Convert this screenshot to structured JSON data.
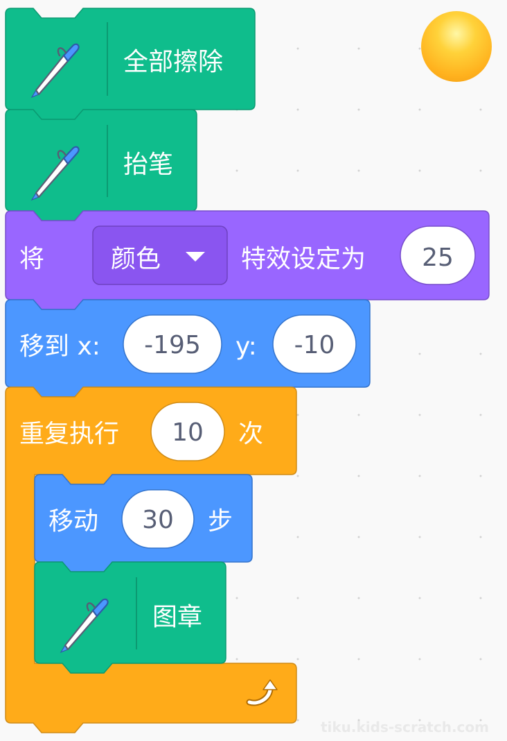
{
  "workspace": {
    "watermark": "tiku.kids-scratch.com"
  },
  "colors": {
    "pen_block": "#0fbd8c",
    "looks_block": "#9966ff",
    "motion_block": "#4c97ff",
    "control_block": "#ffab19",
    "text_on_block": "#ffffff",
    "slot_text": "#575e75"
  },
  "blocks": {
    "erase_all": {
      "label": "全部擦除",
      "icon": "pen-icon"
    },
    "pen_up": {
      "label": "抬笔",
      "icon": "pen-icon"
    },
    "set_effect": {
      "prefix": "将",
      "effect_selected": "颜色",
      "middle": "特效设定为",
      "value": "25"
    },
    "goto_xy": {
      "prefix": "移到 x:",
      "x_value": "-195",
      "y_label": "y:",
      "y_value": "-10"
    },
    "repeat": {
      "prefix": "重复执行",
      "count": "10",
      "suffix": "次",
      "loop_icon": "loop-arrow-icon"
    },
    "move_steps": {
      "prefix": "移动",
      "steps": "30",
      "suffix": "步"
    },
    "stamp": {
      "label": "图章",
      "icon": "pen-icon"
    }
  }
}
